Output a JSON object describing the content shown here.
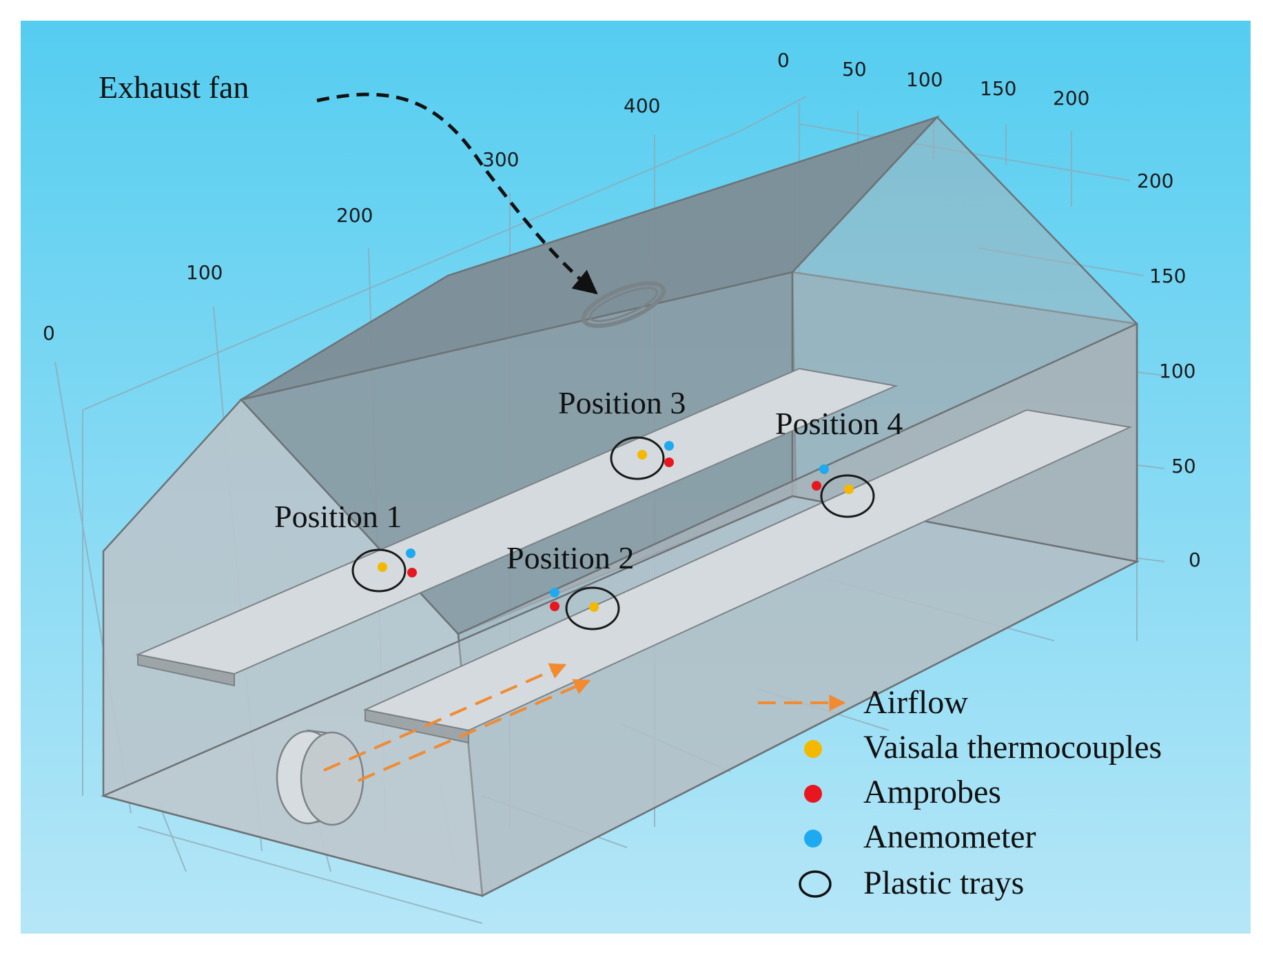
{
  "figure": {
    "exhaust_fan_label": "Exhaust fan",
    "positions": [
      "Position 1",
      "Position 2",
      "Position 3",
      "Position 4"
    ],
    "legend": {
      "airflow": "Airflow",
      "thermocouples": "Vaisala thermocouples",
      "amprobes": "Amprobes",
      "anemometer": "Anemometer",
      "trays": "Plastic trays"
    },
    "axis_length_ticks": [
      "0",
      "100",
      "200",
      "300",
      "400"
    ],
    "axis_width_ticks": [
      "0",
      "50",
      "100",
      "150",
      "200"
    ],
    "axis_right_ticks": [
      "200",
      "150",
      "100",
      "50",
      "0"
    ],
    "colors": {
      "background_top": "#55cdf0",
      "background_bottom": "#b5e6f7",
      "airflow": "#f28a30",
      "thermocouple": "#f5b800",
      "amprobe": "#e8161f",
      "anemometer": "#1eaaf0"
    }
  }
}
